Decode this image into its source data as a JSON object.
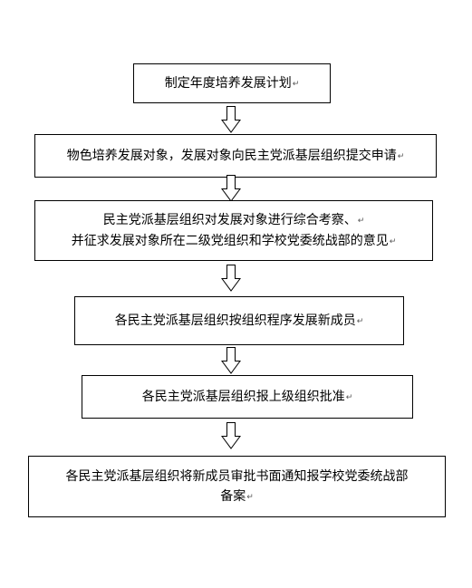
{
  "paragraph_mark": "↵",
  "steps": [
    {
      "lines": [
        "制定年度培养发展计划"
      ]
    },
    {
      "lines": [
        "物色培养发展对象，发展对象向民主党派基层组织提交申请"
      ]
    },
    {
      "lines": [
        "民主党派基层组织对发展对象进行综合考察、",
        "并征求发展对象所在二级党组织和学校党委统战部的意见"
      ]
    },
    {
      "lines": [
        "各民主党派基层组织按组织程序发展新成员"
      ]
    },
    {
      "lines": [
        "各民主党派基层组织报上级组织批准"
      ]
    },
    {
      "lines": [
        "各民主党派基层组织将新成员审批书面通知报学校党委统战部",
        "备案"
      ]
    }
  ]
}
